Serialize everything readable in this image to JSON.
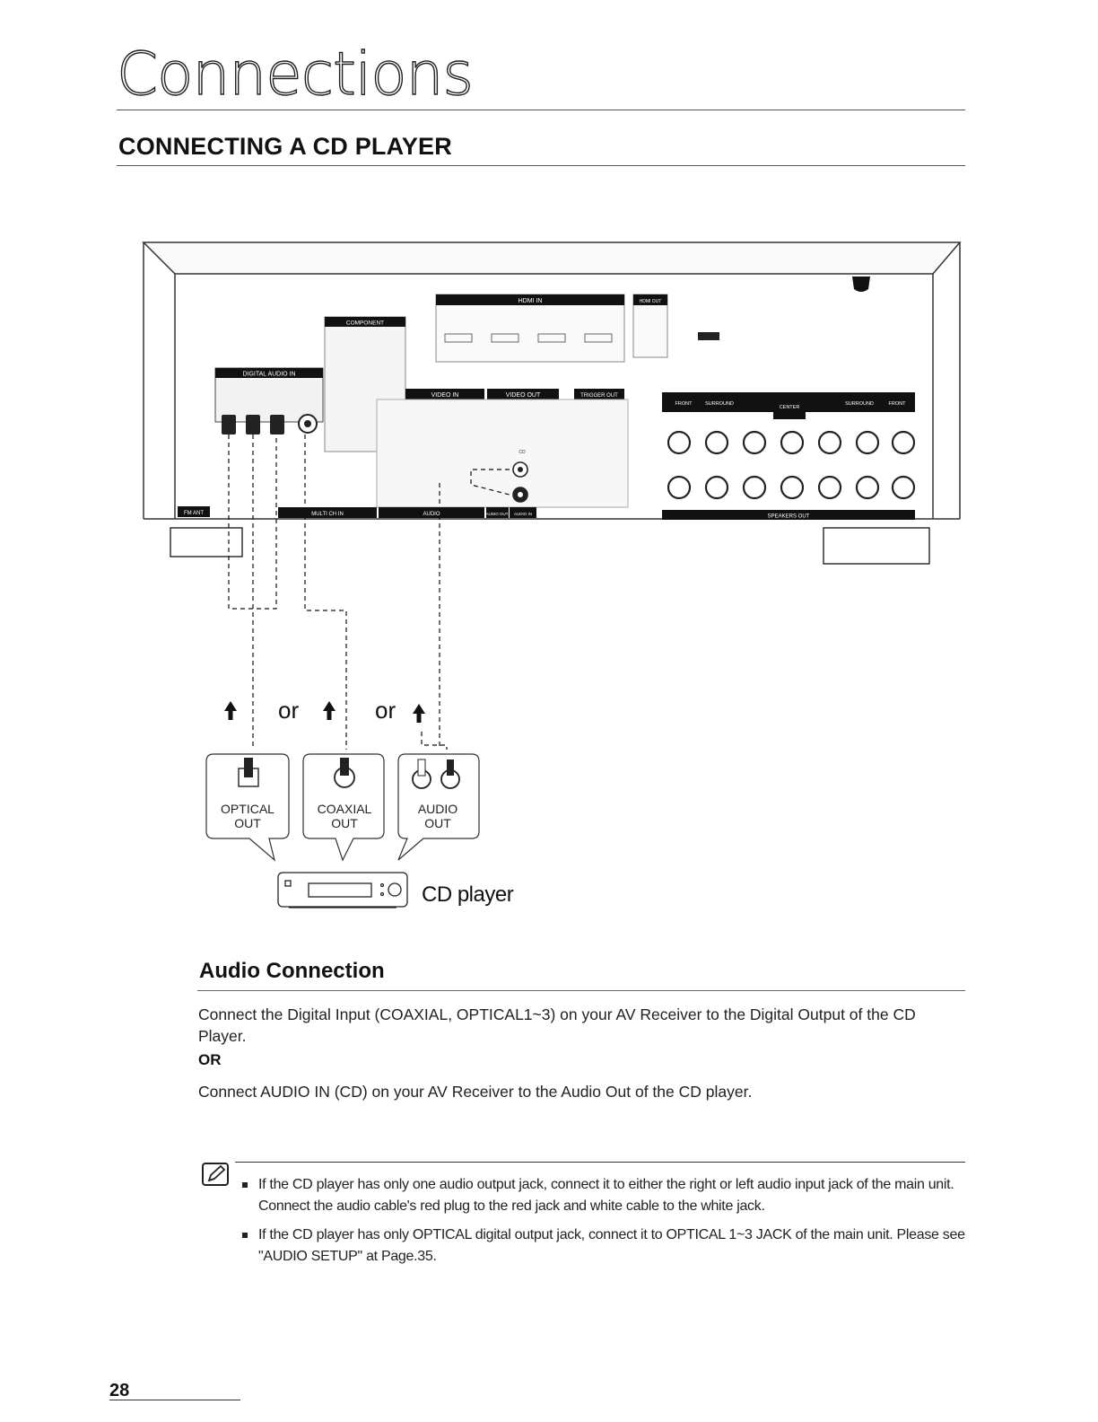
{
  "header": {
    "section_title": "Connections",
    "subsection_title": "CONNECTING A CD PLAYER"
  },
  "diagram": {
    "receiver_panels": {
      "digital_audio_in": "DIGITAL AUDIO IN",
      "component": "COMPONENT",
      "hdmi_in": "HDMI IN",
      "hdmi_out": "HDMI OUT",
      "video_in": "VIDEO IN",
      "video_out": "VIDEO OUT",
      "trigger_out": "TRIGGER OUT",
      "speakers_out": "SPEAKERS OUT",
      "fm_ant": "FM ANT",
      "multi_ch_in": "MULTI CH IN",
      "audio": "AUDIO",
      "audio_out": "AUDIO OUT",
      "audio_in": "AUDIO IN",
      "cd": "CD",
      "speaker_front_left": "FRONT",
      "speaker_surround_left": "SURROUND",
      "speaker_center": "CENTER",
      "speaker_surround_right": "SURROUND",
      "speaker_front_right": "FRONT"
    },
    "or_label_1": "or",
    "or_label_2": "or",
    "callouts": [
      {
        "line1": "OPTICAL",
        "line2": "OUT"
      },
      {
        "line1": "COAXIAL",
        "line2": "OUT"
      },
      {
        "line1": "AUDIO",
        "line2": "OUT"
      }
    ],
    "cd_player_label": "CD player"
  },
  "audio_connection": {
    "heading": "Audio Connection",
    "paragraph_1": "Connect the Digital Input (COAXIAL, OPTICAL1~3) on your AV Receiver to the Digital Output of the CD Player.",
    "or_label": "OR",
    "paragraph_2": "Connect AUDIO IN (CD) on your AV Receiver to the Audio Out of the CD player."
  },
  "notes": [
    "If the CD player has only one audio output jack, connect it to either the right or left audio input jack of the main unit. Connect the audio cable's red plug to the red jack and white cable to the white jack.",
    "If the CD player has only OPTICAL digital output jack, connect it to OPTICAL 1~3 JACK of the main unit. Please see \"AUDIO SETUP\" at Page.35."
  ],
  "footer": {
    "page_number": "28"
  }
}
